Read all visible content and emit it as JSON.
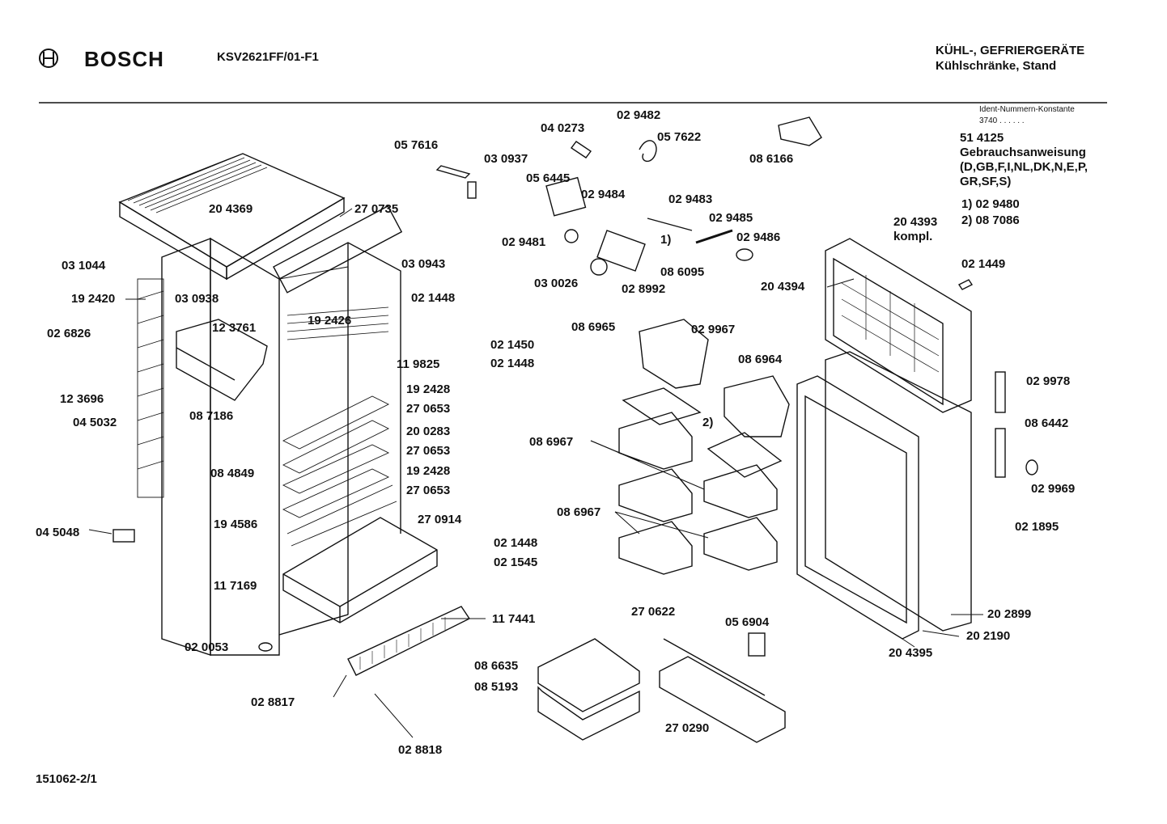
{
  "header": {
    "brand": "BOSCH",
    "model": "KSV2621FF/01-F1",
    "category_line1": "KÜHL-, GEFRIERGERÄTE",
    "category_line2": "Kühlschränke, Stand"
  },
  "ident": {
    "label": "Ident-Nummern-Konstante",
    "value": "3740  . .  . . . ."
  },
  "info_block": {
    "part_no": "51 4125",
    "line1": "Gebrauchsanweisung",
    "line2": "(D,GB,F,I,NL,DK,N,E,P,",
    "line3": "GR,SF,S)",
    "note1": "1)  02 9480",
    "note2": "2)  08 7086"
  },
  "parts": [
    {
      "id": "p1",
      "label": "20 4369"
    },
    {
      "id": "p2",
      "label": "27 0735"
    },
    {
      "id": "p3",
      "label": "03 1044"
    },
    {
      "id": "p4",
      "label": "03 0943"
    },
    {
      "id": "p5",
      "label": "19 2420"
    },
    {
      "id": "p6",
      "label": "03 0938"
    },
    {
      "id": "p7",
      "label": "12 3761"
    },
    {
      "id": "p8",
      "label": "02 6826"
    },
    {
      "id": "p9",
      "label": "19 2426"
    },
    {
      "id": "p10",
      "label": "12 3696"
    },
    {
      "id": "p11",
      "label": "08 7186"
    },
    {
      "id": "p12",
      "label": "11 9825"
    },
    {
      "id": "p13",
      "label": "04 5032"
    },
    {
      "id": "p14",
      "label": "19 2428"
    },
    {
      "id": "p15",
      "label": "27 0653"
    },
    {
      "id": "p16",
      "label": "20 0283"
    },
    {
      "id": "p17",
      "label": "27 0653"
    },
    {
      "id": "p18",
      "label": "08 4849"
    },
    {
      "id": "p19",
      "label": "19 2428"
    },
    {
      "id": "p20",
      "label": "27 0653"
    },
    {
      "id": "p21",
      "label": "19 4586"
    },
    {
      "id": "p22",
      "label": "27 0914"
    },
    {
      "id": "p23",
      "label": "04 5048"
    },
    {
      "id": "p24",
      "label": "11 7169"
    },
    {
      "id": "p25",
      "label": "02 0053"
    },
    {
      "id": "p26",
      "label": "02 8817"
    },
    {
      "id": "p27",
      "label": "02 8818"
    },
    {
      "id": "p28",
      "label": "11 7441"
    },
    {
      "id": "p29",
      "label": "05 7616"
    },
    {
      "id": "p30",
      "label": "03 0937"
    },
    {
      "id": "p31",
      "label": "04 0273"
    },
    {
      "id": "p32",
      "label": "02 9482"
    },
    {
      "id": "p33",
      "label": "05 7622"
    },
    {
      "id": "p34",
      "label": "05 6445"
    },
    {
      "id": "p35",
      "label": "02 9484"
    },
    {
      "id": "p36",
      "label": "02 9481"
    },
    {
      "id": "p37",
      "label": "02 9483"
    },
    {
      "id": "p38",
      "label": "02 9485"
    },
    {
      "id": "p39",
      "label": "02 9486"
    },
    {
      "id": "p40",
      "label": "1)"
    },
    {
      "id": "p41",
      "label": "03 0026"
    },
    {
      "id": "p42",
      "label": "08 6095"
    },
    {
      "id": "p43",
      "label": "02 8992"
    },
    {
      "id": "p44",
      "label": "08 6166"
    },
    {
      "id": "p45",
      "label": "02 1448"
    },
    {
      "id": "p46",
      "label": "02 1450"
    },
    {
      "id": "p47",
      "label": "02 1448"
    },
    {
      "id": "p48",
      "label": "08 6965"
    },
    {
      "id": "p49",
      "label": "02 9967"
    },
    {
      "id": "p50",
      "label": "08 6964"
    },
    {
      "id": "p51",
      "label": "2)"
    },
    {
      "id": "p52",
      "label": "08 6967"
    },
    {
      "id": "p53",
      "label": "08 6967"
    },
    {
      "id": "p54",
      "label": "02 1448"
    },
    {
      "id": "p55",
      "label": "02 1545"
    },
    {
      "id": "p56",
      "label": "20 4393"
    },
    {
      "id": "p57",
      "label": "kompl."
    },
    {
      "id": "p58",
      "label": "02 1449"
    },
    {
      "id": "p59",
      "label": "20 4394"
    },
    {
      "id": "p60",
      "label": "02 9978"
    },
    {
      "id": "p61",
      "label": "08 6442"
    },
    {
      "id": "p62",
      "label": "02 9969"
    },
    {
      "id": "p63",
      "label": "02 1895"
    },
    {
      "id": "p64",
      "label": "27 0622"
    },
    {
      "id": "p65",
      "label": "05 6904"
    },
    {
      "id": "p66",
      "label": "08 6635"
    },
    {
      "id": "p67",
      "label": "08 5193"
    },
    {
      "id": "p68",
      "label": "27 0290"
    },
    {
      "id": "p69",
      "label": "20 2899"
    },
    {
      "id": "p70",
      "label": "20 2190"
    },
    {
      "id": "p71",
      "label": "20 4395"
    }
  ],
  "footer": {
    "doc_number": "151062-2/1"
  }
}
